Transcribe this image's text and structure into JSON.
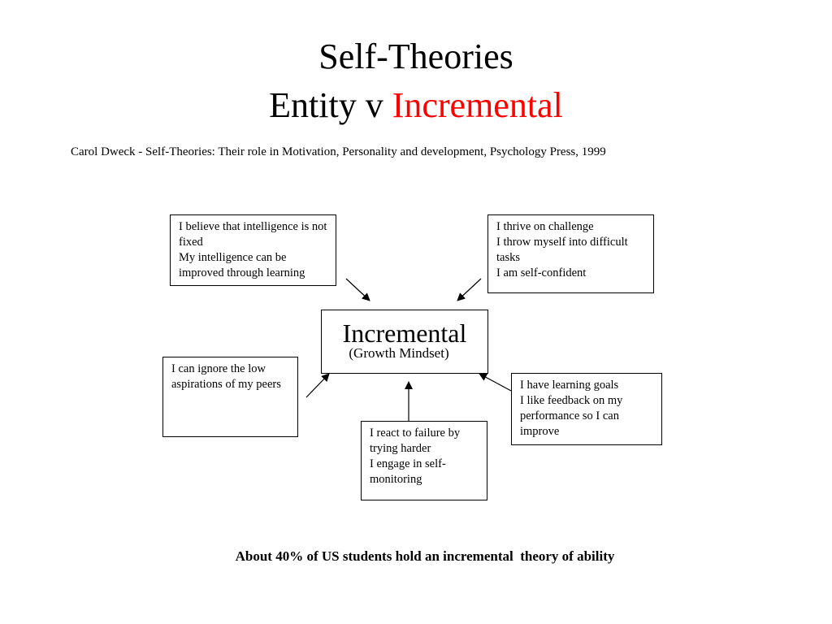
{
  "title": {
    "line1": "Self-Theories",
    "line2_prefix": "Entity v ",
    "line2_accent": "Incremental"
  },
  "colors": {
    "accent": "#ff0000",
    "text": "#000000",
    "background": "#ffffff"
  },
  "citation": "Carol Dweck - Self-Theories: Their role in Motivation, Personality and development, Psychology Press, 1999",
  "center": {
    "title": "Incremental",
    "subtitle": "(Growth Mindset)"
  },
  "boxes": {
    "top_left": {
      "lines": [
        "I believe that intelligence is not fixed",
        "My intelligence can be improved through learning"
      ]
    },
    "top_right": {
      "lines": [
        "I thrive on challenge",
        "I throw myself into difficult tasks",
        "I am self-confident"
      ]
    },
    "middle_left": {
      "lines": [
        "I can ignore the low aspirations of my peers"
      ]
    },
    "bottom_center": {
      "lines": [
        "I react to failure by trying harder",
        "I engage in self-monitoring"
      ]
    },
    "middle_right": {
      "lines": [
        "I have learning goals",
        "I like feedback on my performance so I can improve"
      ]
    }
  },
  "footer": "About 40% of US students hold an incremental  theory of ability"
}
